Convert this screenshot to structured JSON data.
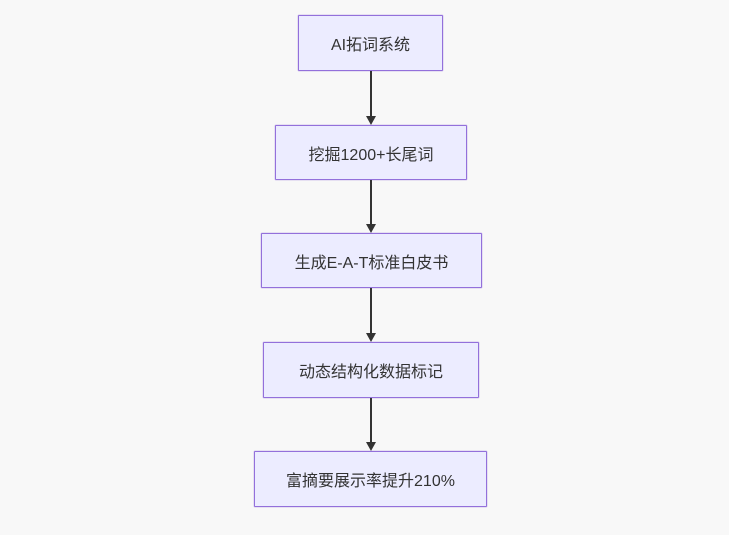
{
  "diagram": {
    "type": "flowchart",
    "direction": "top-down",
    "colors": {
      "background": "#f8f8f8",
      "node_fill": "#ECECFF",
      "node_border": "#9370DB",
      "text": "#333333",
      "arrow": "#333333"
    },
    "nodes": [
      {
        "label": "AI拓词系统"
      },
      {
        "label": "挖掘1200+长尾词"
      },
      {
        "label": "生成E-A-T标准白皮书"
      },
      {
        "label": "动态结构化数据标记"
      },
      {
        "label": "富摘要展示率提升210%"
      }
    ],
    "edges": [
      {
        "from": 0,
        "to": 1,
        "style": "arrow-down"
      },
      {
        "from": 1,
        "to": 2,
        "style": "arrow-down"
      },
      {
        "from": 2,
        "to": 3,
        "style": "arrow-down"
      },
      {
        "from": 3,
        "to": 4,
        "style": "arrow-down"
      }
    ]
  }
}
